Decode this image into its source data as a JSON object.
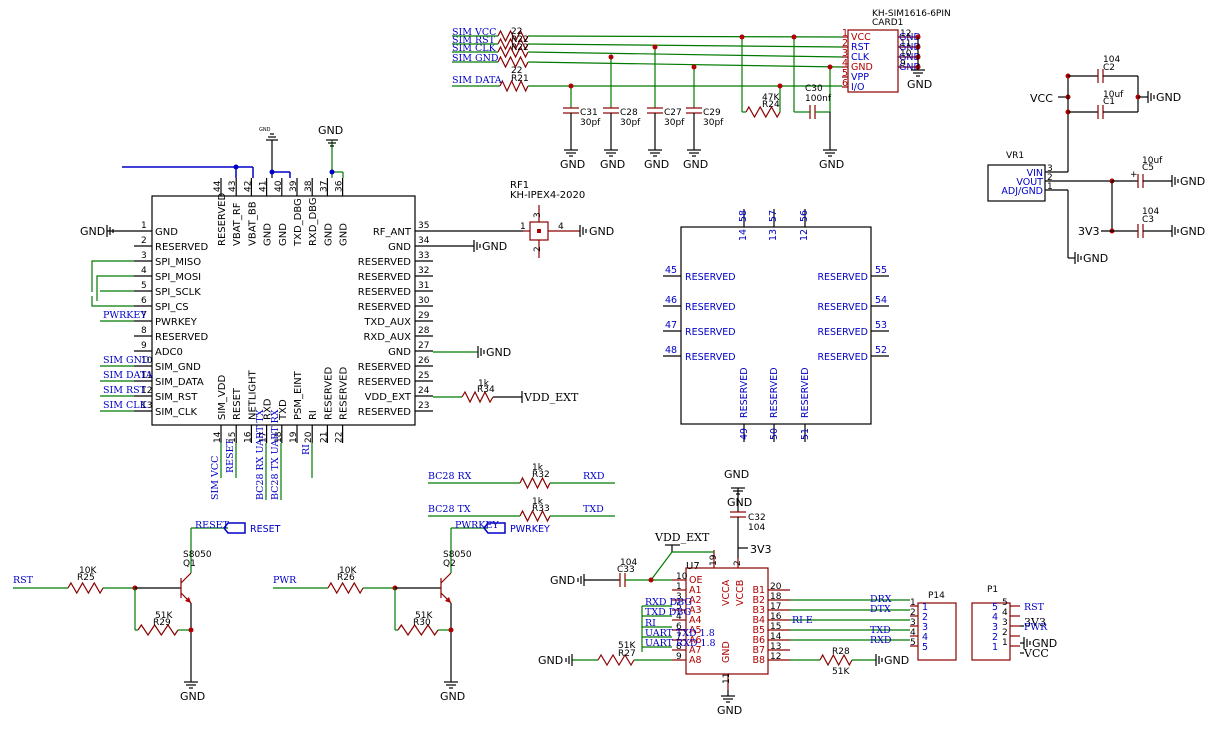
{
  "module": {
    "left_pins": [
      {
        "num": "1",
        "name": "GND"
      },
      {
        "num": "2",
        "name": "RESERVED"
      },
      {
        "num": "3",
        "name": "SPI_MISO"
      },
      {
        "num": "4",
        "name": "SPI_MOSI"
      },
      {
        "num": "5",
        "name": "SPI_SCLK"
      },
      {
        "num": "6",
        "name": "SPI_CS"
      },
      {
        "num": "7",
        "name": "PWRKEY"
      },
      {
        "num": "8",
        "name": "RESERVED"
      },
      {
        "num": "9",
        "name": "ADC0"
      },
      {
        "num": "10",
        "name": "SIM_GND"
      },
      {
        "num": "11",
        "name": "SIM_DATA"
      },
      {
        "num": "12",
        "name": "SIM_RST"
      },
      {
        "num": "13",
        "name": "SIM_CLK"
      }
    ],
    "right_pins": [
      {
        "num": "35",
        "name": "RF_ANT"
      },
      {
        "num": "34",
        "name": "GND"
      },
      {
        "num": "33",
        "name": "RESERVED"
      },
      {
        "num": "32",
        "name": "RESERVED"
      },
      {
        "num": "31",
        "name": "RESERVED"
      },
      {
        "num": "30",
        "name": "RESERVED"
      },
      {
        "num": "29",
        "name": "TXD_AUX"
      },
      {
        "num": "28",
        "name": "RXD_AUX"
      },
      {
        "num": "27",
        "name": "GND"
      },
      {
        "num": "26",
        "name": "RESERVED"
      },
      {
        "num": "25",
        "name": "RESERVED"
      },
      {
        "num": "24",
        "name": "VDD_EXT"
      },
      {
        "num": "23",
        "name": "RESERVED"
      }
    ],
    "top_pins": [
      {
        "num": "44",
        "name": "RESERVED"
      },
      {
        "num": "43",
        "name": "VBAT_RF"
      },
      {
        "num": "42",
        "name": "VBAT_BB"
      },
      {
        "num": "41",
        "name": "GND"
      },
      {
        "num": "40",
        "name": "GND"
      },
      {
        "num": "39",
        "name": "TXD_DBG"
      },
      {
        "num": "38",
        "name": "RXD_DBG"
      },
      {
        "num": "37",
        "name": "GND"
      },
      {
        "num": "36",
        "name": "GND"
      }
    ],
    "bottom_pins": [
      {
        "num": "14",
        "name": "SIM_VDD"
      },
      {
        "num": "15",
        "name": "RESET"
      },
      {
        "num": "16",
        "name": "NETLIGHT"
      },
      {
        "num": "17",
        "name": "RXD"
      },
      {
        "num": "18",
        "name": "TXD"
      },
      {
        "num": "19",
        "name": "PSM_EINT"
      },
      {
        "num": "20",
        "name": "RI"
      },
      {
        "num": "21",
        "name": "RESERVED"
      },
      {
        "num": "22",
        "name": "RESERVED"
      }
    ],
    "left_nets": [
      "PWRKEY",
      "SIM GND",
      "SIM DATA",
      "SIM RST",
      "SIM CLK"
    ],
    "bottom_nets": [
      "SIM VCC",
      "RESET",
      "BC28 RX UART TX",
      "BC28 TX UART RX",
      "RI"
    ],
    "gnd_small": "GND",
    "r34": {
      "ref": "R34",
      "value": "1k",
      "net": "VDD_EXT"
    }
  },
  "rf": {
    "ref": "RF1",
    "part": "KH-IPEX4-2020",
    "pins": [
      "1",
      "2",
      "3",
      "4"
    ]
  },
  "pad_block": {
    "top_nums": [
      "58",
      "57",
      "56"
    ],
    "top_inner": [
      "14",
      "13",
      "12"
    ],
    "left": [
      {
        "num": "45",
        "name": "RESERVED"
      },
      {
        "num": "46",
        "name": "RESERVED"
      },
      {
        "num": "47",
        "name": "RESERVED"
      },
      {
        "num": "48",
        "name": "RESERVED"
      }
    ],
    "right": [
      {
        "num": "55",
        "name": "RESERVED"
      },
      {
        "num": "54",
        "name": "RESERVED"
      },
      {
        "num": "53",
        "name": "RESERVED"
      },
      {
        "num": "52",
        "name": "RESERVED"
      }
    ],
    "bottom": [
      {
        "num": "49",
        "name": "RESERVED"
      },
      {
        "num": "50",
        "name": "RESERVED"
      },
      {
        "num": "51",
        "name": "RESERVED"
      }
    ]
  },
  "sim": {
    "nets": [
      "SIM VCC",
      "SIM RST",
      "SIM CLK",
      "SIM GND",
      "SIM DATA"
    ],
    "resistors": [
      {
        "ref": "R22",
        "value": "22"
      },
      {
        "ref": "R21",
        "value": "22"
      }
    ],
    "res_value_2": "22",
    "caps": [
      {
        "ref": "C31",
        "value": "30pf"
      },
      {
        "ref": "C28",
        "value": "30pf"
      },
      {
        "ref": "C27",
        "value": "30pf"
      },
      {
        "ref": "C29",
        "value": "30pf"
      }
    ],
    "r24": {
      "ref": "R24",
      "value": "47K"
    },
    "c30": {
      "ref": "C30",
      "value": "100nf"
    },
    "card": {
      "part": "KH-SIM1616-6PIN",
      "ref": "CARD1",
      "left_pins": [
        {
          "num": "1",
          "name": "VCC"
        },
        {
          "num": "2",
          "name": "RST"
        },
        {
          "num": "3",
          "name": "CLK"
        },
        {
          "num": "4",
          "name": "GND"
        },
        {
          "num": "5",
          "name": "VPP"
        },
        {
          "num": "6",
          "name": "I/O"
        }
      ],
      "right_pins": [
        {
          "num": "12",
          "name": "GND"
        },
        {
          "num": "11",
          "name": "GND"
        },
        {
          "num": "10",
          "name": "GND"
        },
        {
          "num": "9",
          "name": "GND"
        }
      ]
    }
  },
  "power": {
    "vr1": {
      "ref": "VR1",
      "pins": [
        {
          "num": "3",
          "name": "VIN"
        },
        {
          "num": "2",
          "name": "VOUT"
        },
        {
          "num": "1",
          "name": "ADJ/GND"
        }
      ]
    },
    "vcc": "VCC",
    "v3": "3V3",
    "c2": {
      "ref": "C2",
      "value": "104"
    },
    "c1": {
      "ref": "C1",
      "value": "10uf"
    },
    "c5": {
      "ref": "C5",
      "value": "10uf"
    },
    "c3": {
      "ref": "C3",
      "value": "104"
    }
  },
  "transistors": {
    "q1": {
      "ref": "Q1",
      "part": "S8050",
      "net_in": "RST",
      "net_out": "RESET",
      "flag": "RESET",
      "r_base": {
        "ref": "R25",
        "value": "10K"
      },
      "r_pull": {
        "ref": "R29",
        "value": "51K"
      }
    },
    "q2": {
      "ref": "Q2",
      "part": "S8050",
      "net_in": "PWR",
      "net_out": "PWRKEY",
      "flag": "PWRKEY",
      "r_base": {
        "ref": "R26",
        "value": "10K"
      },
      "r_pull": {
        "ref": "R30",
        "value": "51K"
      }
    }
  },
  "uart": {
    "r32": {
      "ref": "R32",
      "value": "1k",
      "net_in": "BC28 RX",
      "net_out": "RXD"
    },
    "r33": {
      "ref": "R33",
      "value": "1k",
      "net_in": "BC28 TX",
      "net_out": "TXD"
    },
    "c32": {
      "ref": "C32",
      "value": "104"
    },
    "c33": {
      "ref": "C33",
      "value": "104"
    },
    "vdd_ext": "VDD_EXT",
    "v3": "3V3",
    "u7": {
      "ref": "U7",
      "left_pins": [
        {
          "num": "10",
          "name": "OE"
        },
        {
          "num": "1",
          "name": "A1"
        },
        {
          "num": "3",
          "name": "A2"
        },
        {
          "num": "5",
          "name": "A3"
        },
        {
          "num": "4",
          "name": "A4"
        },
        {
          "num": "6",
          "name": "A5"
        },
        {
          "num": "7",
          "name": "A6"
        },
        {
          "num": "8",
          "name": "A7"
        },
        {
          "num": "9",
          "name": "A8"
        }
      ],
      "right_pins": [
        {
          "num": "20",
          "name": "B1"
        },
        {
          "num": "18",
          "name": "B2"
        },
        {
          "num": "17",
          "name": "B3"
        },
        {
          "num": "16",
          "name": "B4"
        },
        {
          "num": "15",
          "name": "B5"
        },
        {
          "num": "14",
          "name": "B6"
        },
        {
          "num": "13",
          "name": "B7"
        },
        {
          "num": "12",
          "name": "B8"
        }
      ],
      "vcca_num": "19",
      "vccb_num": "2",
      "gnd_num": "11",
      "vcca": "VCCA",
      "vccb": "VCCB",
      "gnd": "GND"
    },
    "left_nets": [
      "RXD DBG",
      "TXD DBG",
      "RI",
      "UART TXD 1.8",
      "UART RXD 1.8"
    ],
    "right_nets": [
      "DRX",
      "DTX",
      "RI E",
      "TXD",
      "RXD"
    ],
    "r27": {
      "ref": "R27",
      "value": "51K"
    },
    "r28": {
      "ref": "R28",
      "value": "51K"
    }
  },
  "connectors": {
    "p14": {
      "ref": "P14",
      "pins": [
        "1",
        "2",
        "3",
        "4",
        "5"
      ]
    },
    "p1": {
      "ref": "P1",
      "pins": [
        "5",
        "4",
        "3",
        "2",
        "1"
      ],
      "nets": [
        "RST",
        "3V3",
        "PWR",
        "GND",
        "VCC"
      ]
    }
  },
  "gnd": "GND"
}
